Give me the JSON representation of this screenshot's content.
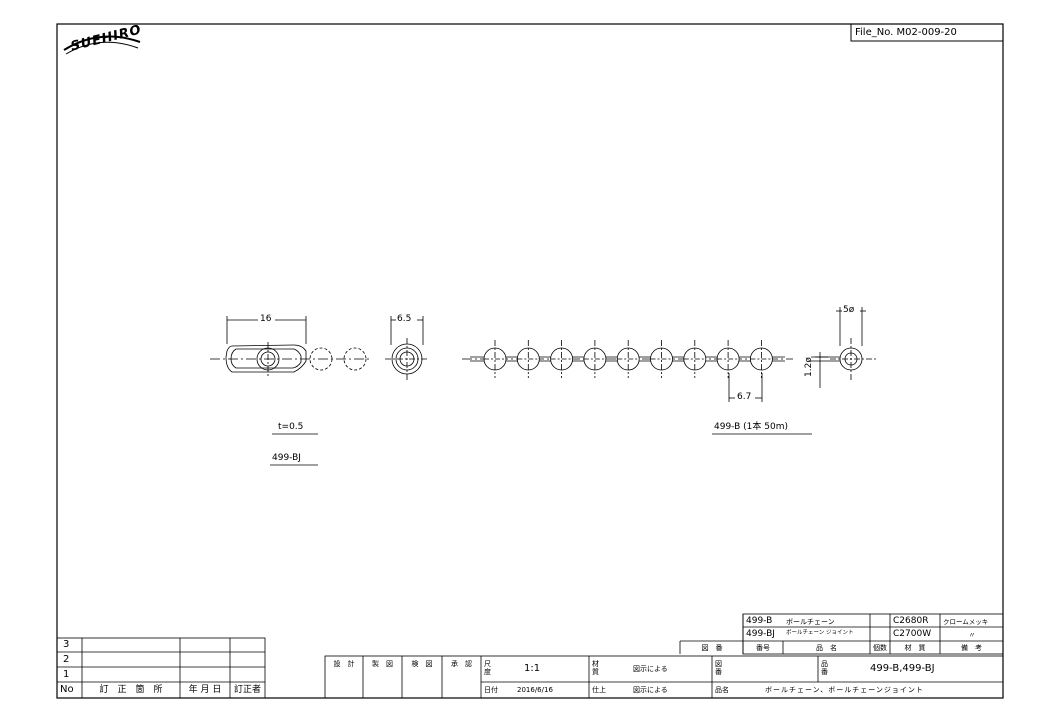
{
  "brand": {
    "logo_text": "SUEHIRO"
  },
  "file_no": "File_No.  M02-009-20",
  "drawing": {
    "dim_length": "16",
    "dim_joint_dia": "6.5",
    "dim_thickness": "t=0.5",
    "joint_part_label": "499-BJ",
    "dim_bead_dia": "5ø",
    "dim_wire_dia": "1.2ø",
    "dim_pitch": "6.7",
    "chain_part_label": "499-B (1本 50m)"
  },
  "parts_list": {
    "rows": [
      {
        "part_no": "499-B",
        "name": "ボールチェーン",
        "material": "C2680R",
        "remark": "クロームメッキ"
      },
      {
        "part_no": "499-BJ",
        "name": "ボールチェーン ジョイント",
        "material": "C2700W",
        "remark": "〃"
      }
    ],
    "headers": {
      "drawing_no": "図　番",
      "item_no": "番号",
      "item_name": "品　名",
      "qty": "個数",
      "material": "材　質",
      "remarks": "備　考"
    }
  },
  "revision_block": {
    "rows": [
      "3",
      "2",
      "1"
    ],
    "headers": {
      "no": "No",
      "location": "訂　正　箇　所",
      "date": "年 月 日",
      "reviser": "訂正者"
    }
  },
  "approval": {
    "design": "設　計",
    "drafted": "製　図",
    "checked": "検　図",
    "approved": "承　認"
  },
  "title_block": {
    "scale_label": "尺度",
    "scale_value": "1:1",
    "date_label": "日付",
    "date_value": "2016/6/16",
    "material_label": "材質",
    "material_value": "図示による",
    "finish_label": "仕上",
    "finish_value": "図示による",
    "drawing_no_label": "図番",
    "part_no_label": "品番",
    "part_no_value": "499-B,499-BJ",
    "name_label": "品名",
    "name_value": "ボールチェーン、ボールチェーンジョイント"
  }
}
